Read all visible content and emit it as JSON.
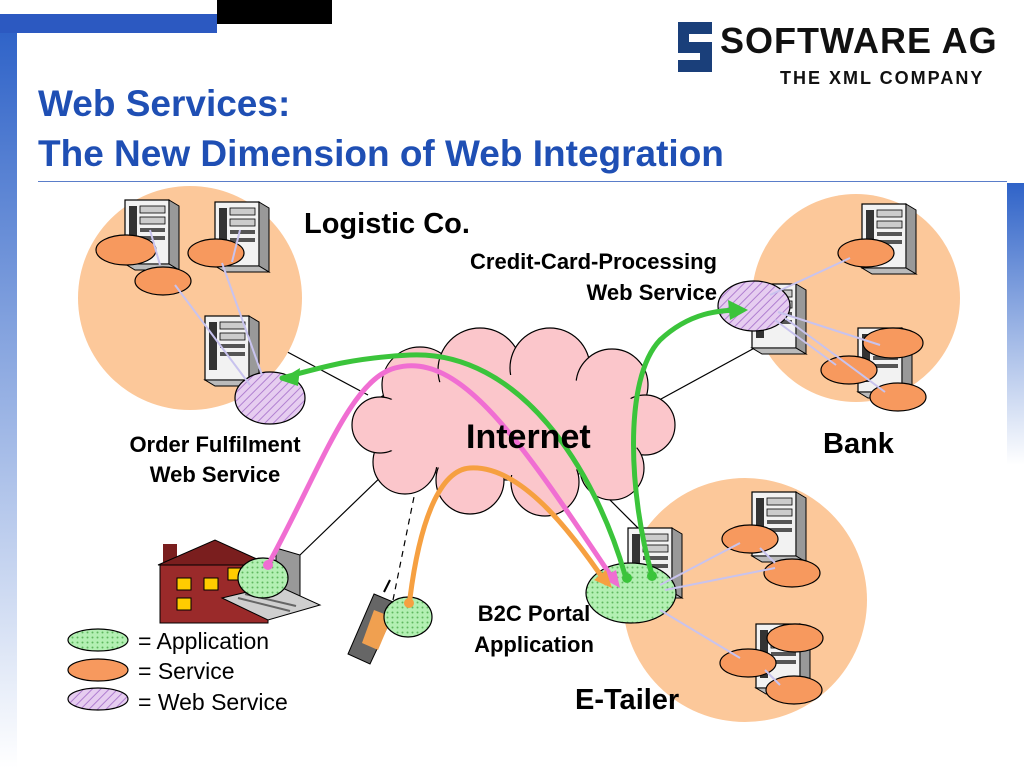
{
  "slide": {
    "title_line1": "Web Services:",
    "title_line2": "The New Dimension of Web Integration"
  },
  "logo": {
    "brand": "SOFTWARE AG",
    "tagline": "THE XML COMPANY"
  },
  "nodes": {
    "logistic": "Logistic Co.",
    "credit_card_line1": "Credit-Card-Processing",
    "credit_card_line2": "Web Service",
    "internet": "Internet",
    "order_line1": "Order Fulfilment",
    "order_line2": "Web Service",
    "bank": "Bank",
    "b2c_line1": "B2C Portal",
    "b2c_line2": "Application",
    "etailer": "E-Tailer"
  },
  "legend": {
    "application": "= Application",
    "service": "= Service",
    "web_service": "= Web Service"
  },
  "colors": {
    "title": "#1f4fb4",
    "company_circle": "#fcc89a",
    "internet_cloud": "#fbc6cb",
    "service": "#f7995e",
    "application": "#a8eba8",
    "web_service": "#d9b8e8",
    "link_green": "#3bc43b",
    "link_pink": "#f06ed2",
    "link_orange": "#f6a041"
  }
}
